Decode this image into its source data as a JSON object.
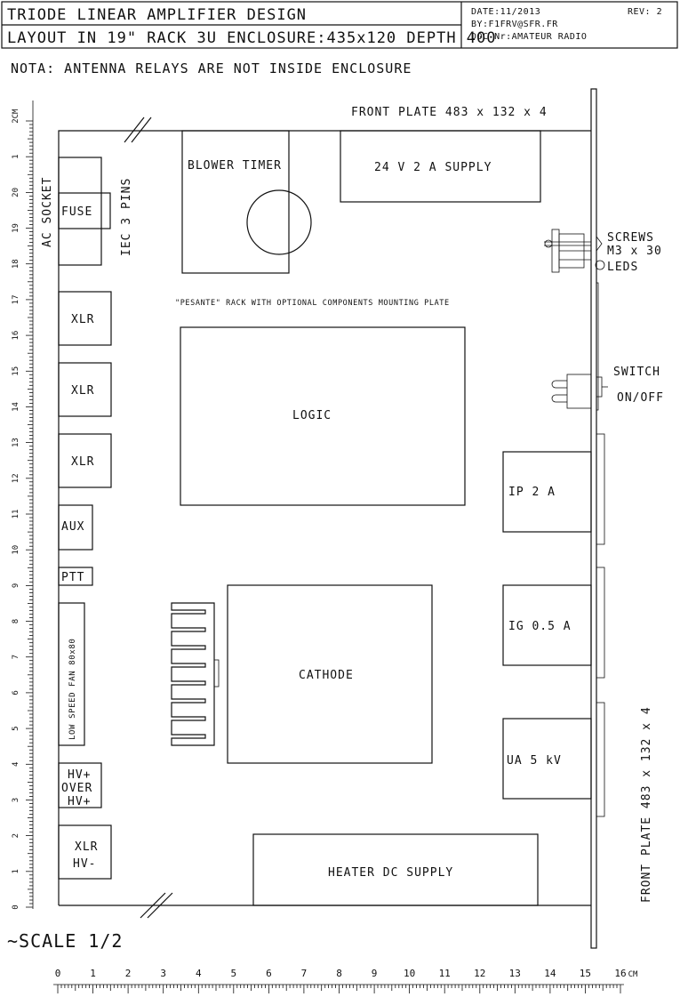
{
  "title_block": {
    "line1": "TRIODE LINEAR AMPLIFIER DESIGN",
    "line2": "LAYOUT IN 19\" RACK 3U ENCLOSURE:435x120 DEPTH 400",
    "date": "DATE:11/2013",
    "rev": "REV: 2",
    "by": "BY:F1FRV@SFR.FR",
    "doc": "DOC Nr:AMATEUR RADIO"
  },
  "note": "NOTA: ANTENNA RELAYS ARE NOT INSIDE ENCLOSURE",
  "labels": {
    "front_plate_top": "FRONT PLATE 483 x 132 x 4",
    "front_plate_side": "FRONT PLATE 483 x 132 x 4",
    "blower_timer": "BLOWER TIMER",
    "supply_24v": "24 V 2 A SUPPLY",
    "ac_socket": "AC SOCKET",
    "fuse": "FUSE",
    "iec": "IEC 3 PINS",
    "screws_1": "SCREWS",
    "screws_2": "M3 x 30",
    "leds": "LEDS",
    "rack_note": "\"PESANTE\" RACK WITH OPTIONAL COMPONENTS MOUNTING PLATE",
    "xlr_1": "XLR",
    "xlr_2": "XLR",
    "xlr_3": "XLR",
    "logic": "LOGIC",
    "switch_1": "SWITCH",
    "switch_2": "ON/OFF",
    "ip": "IP 2 A",
    "aux": "AUX",
    "ptt": "PTT",
    "fan": "LOW SPEED FAN 80x80",
    "cathode": "CATHODE",
    "ig": "IG 0.5 A",
    "ua": "UA 5 kV",
    "hv1": "HV+",
    "hv2": "OVER",
    "hv3": "HV+",
    "xlr_hv_1": "XLR",
    "xlr_hv_2": "HV-",
    "heater": "HEATER DC SUPPLY",
    "scale": "~SCALE 1/2"
  },
  "ruler_left": {
    "unit": "CM",
    "labels": [
      "0",
      "1",
      "2",
      "3",
      "4",
      "5",
      "6",
      "7",
      "8",
      "9",
      "10",
      "11",
      "12",
      "13",
      "14",
      "15",
      "16",
      "17",
      "18",
      "19",
      "20",
      "1",
      "2"
    ]
  },
  "ruler_bottom": {
    "unit": "CM",
    "labels": [
      "0",
      "1",
      "2",
      "3",
      "4",
      "5",
      "6",
      "7",
      "8",
      "9",
      "10",
      "11",
      "12",
      "13",
      "14",
      "15",
      "16"
    ]
  },
  "colors": {
    "ink": "#111111",
    "paper": "#ffffff"
  }
}
